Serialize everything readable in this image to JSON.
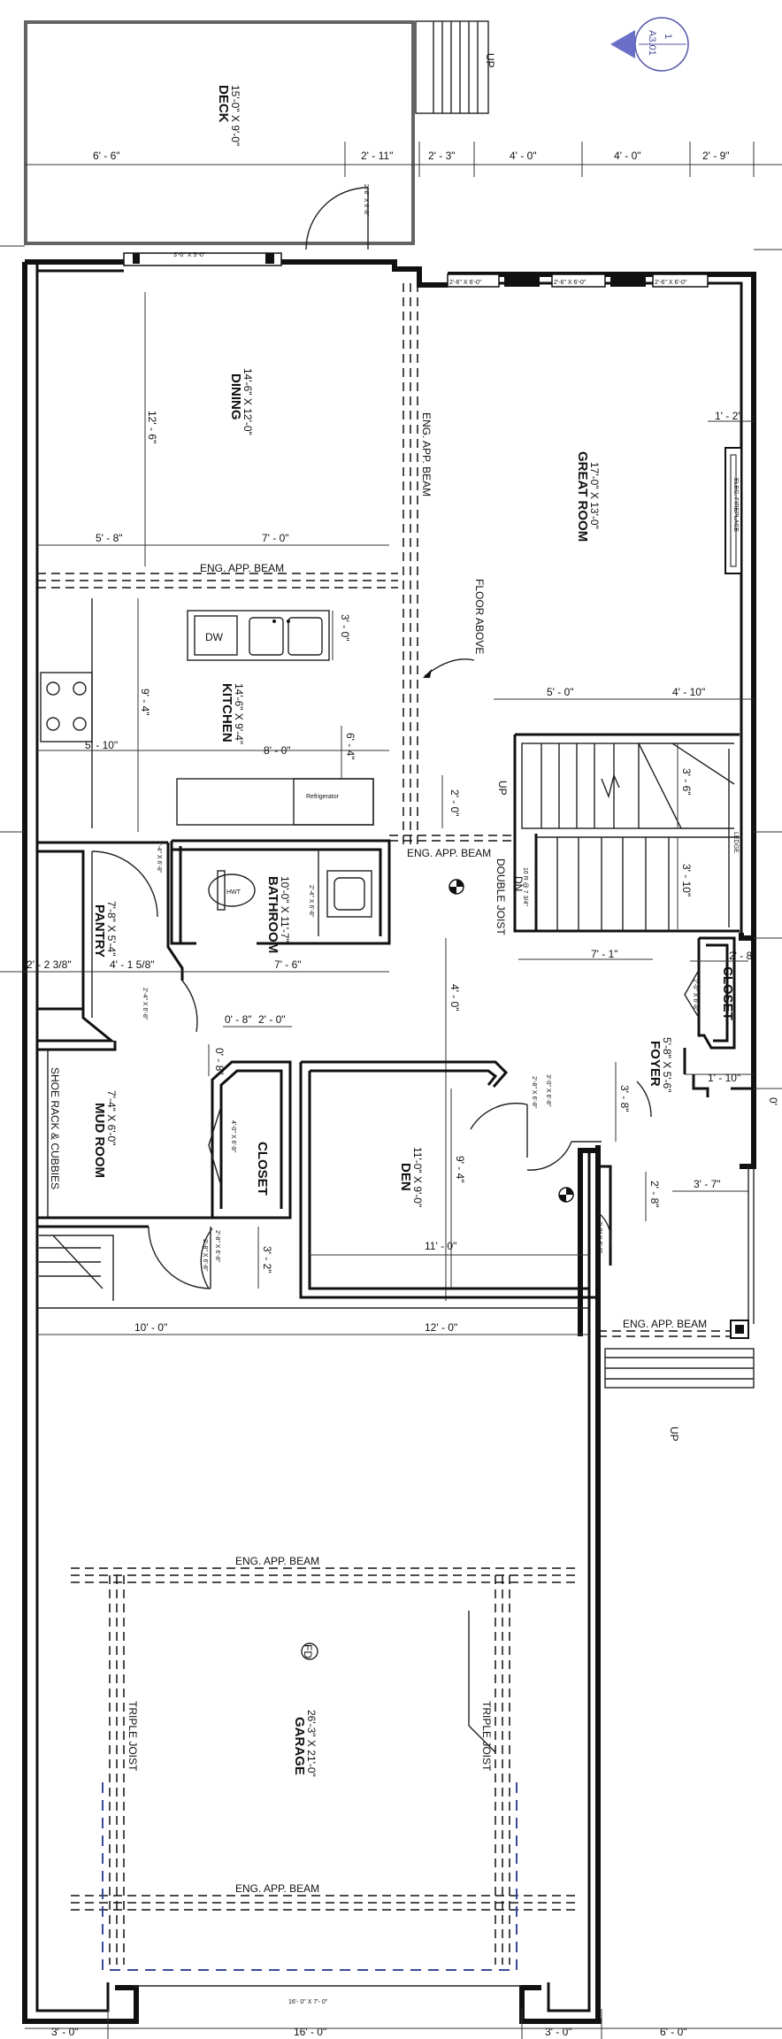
{
  "rooms": {
    "deck": {
      "name": "DECK",
      "size": "15'-0\" X 9'-0\""
    },
    "dining": {
      "name": "DINING",
      "size": "14'-6\" X 12'-0\""
    },
    "great_room": {
      "name": "GREAT ROOM",
      "size": "17'-0\" X 13'-0\""
    },
    "kitchen": {
      "name": "KITCHEN",
      "size": "14'-6\" X 9'-4\""
    },
    "bathroom": {
      "name": "BATHROOM",
      "size": "10'-0\" X 11'-7\""
    },
    "pantry": {
      "name": "PANTRY",
      "size": "7'-8\" X 5'-4\""
    },
    "mud_room": {
      "name": "MUD ROOM",
      "size": "7'-4\" X 6'-0\""
    },
    "closet_mud": {
      "name": "CLOSET"
    },
    "den": {
      "name": "DEN",
      "size": "11'-0\" X 9'-0\""
    },
    "foyer": {
      "name": "FOYER",
      "size": "5'-8\" X 5'-6\""
    },
    "closet_foyer": {
      "name": "CLOSET"
    },
    "garage": {
      "name": "GARAGE",
      "size": "26'-3\" X 21'-0\""
    }
  },
  "labels": {
    "eng_beam_vertical": "ENG. APP. BEAM",
    "eng_beam_kitchen": "ENG. APP. BEAM",
    "eng_beam_stair": "ENG. APP. BEAM",
    "eng_beam_porch": "ENG. APP. BEAM",
    "eng_beam_garage_top": "ENG. APP. BEAM",
    "eng_beam_garage_bottom": "ENG. APP. BEAM",
    "floor_above": "FLOOR ABOVE",
    "double_joist": "DOUBLE JOIST",
    "triple_joist_left": "TRIPLE JOIST",
    "triple_joist_right": "TRIPLE JOIST",
    "shoe_rack": "SHOE RACK & CUBBIES",
    "ledge": "LEDGE",
    "up_deck": "UP",
    "up_stair": "UP",
    "dn_stair": "DN",
    "up_porch": "UP",
    "dw": "DW",
    "refrigerator": "Refrigerator",
    "fd": "FD",
    "fireplace": "ELEC. FIREPLACE",
    "garage_door": "16'- 0\" X 7'- 0\"",
    "stair_note": "16 R @ 7 3/4\"",
    "wh": "HWT"
  },
  "section_marker": {
    "number": "1",
    "sheet": "A3.01"
  },
  "windows": {
    "w_deck": "3'-0\" X 5'-0\"",
    "w_gr1": "2'-6\" X 6'-0\"",
    "w_gr2": "2'-6\" X 6'-0\"",
    "w_gr3": "2'-6\" X 6'-0\""
  },
  "doors": {
    "d_deck": "2'-8\" X 6'-8\"",
    "d_pantry": "2'-4\" X 6'-8\"",
    "d_bath": "2'-4\" X 6'-8\"",
    "d_pantry2": "2'-4\" X 6'-8\"",
    "d_closet": "4'-0\" X 6'-8\"",
    "d_mud": "2'-8\" X 6'-8\"",
    "d_den": "2'-8\" X 6'-8\"",
    "d_foyer": "3'-0\" X 6'-8\"",
    "d_closet2": "2'-0\" X 6'-8\"",
    "d_garage": "2'-8\" X 6'-8\"",
    "d_entry": "3'-0\" X 6'-8\""
  },
  "dims": {
    "top_1": "6' - 6\"",
    "top_2": "2' - 11\"",
    "top_3": "2' - 3\"",
    "top_4": "4' - 0\"",
    "top_5": "4' - 0\"",
    "top_6": "2' - 9\"",
    "dining_h": "12' - 6\"",
    "gr_w": "1' - 2\"",
    "dk_a": "5' - 8\"",
    "dk_b": "7' - 0\"",
    "island": "3' - 0\"",
    "kitchen_h": "9' - 4\"",
    "k_510": "5' - 10\"",
    "k_80": "8' - 0\"",
    "k_64": "6' - 4\"",
    "st_50": "5' - 0\"",
    "st_410": "4' - 10\"",
    "st_36": "3' - 6\"",
    "k_20": "2' - 0\"",
    "st_310": "3' - 10\"",
    "p_a": "2' - 2 3/8\"",
    "p_b": "4' - 1 5/8\"",
    "b_76": "7' - 6\"",
    "st_71": "7' - 1\"",
    "cl_28": "2' - 8\"",
    "h_40": "4' - 0\"",
    "c_08": "0' - 8\"",
    "c_20": "2' - 0\"",
    "c_08v": "0' - 8\"",
    "f_110": "1' - 10\"",
    "f_0": "0'",
    "f_38": "3' - 8\"",
    "den_94": "9' - 4\"",
    "f_28": "2' - 8\"",
    "f_37": "3' - 7\"",
    "mr_32": "3' - 2\"",
    "den_110": "11' - 0\"",
    "g_100": "10' - 0\"",
    "g_120": "12' - 0\"",
    "b_30a": "3' - 0\"",
    "b_160": "16' - 0\"",
    "b_30b": "3' - 0\"",
    "b_60": "6' - 0\""
  }
}
